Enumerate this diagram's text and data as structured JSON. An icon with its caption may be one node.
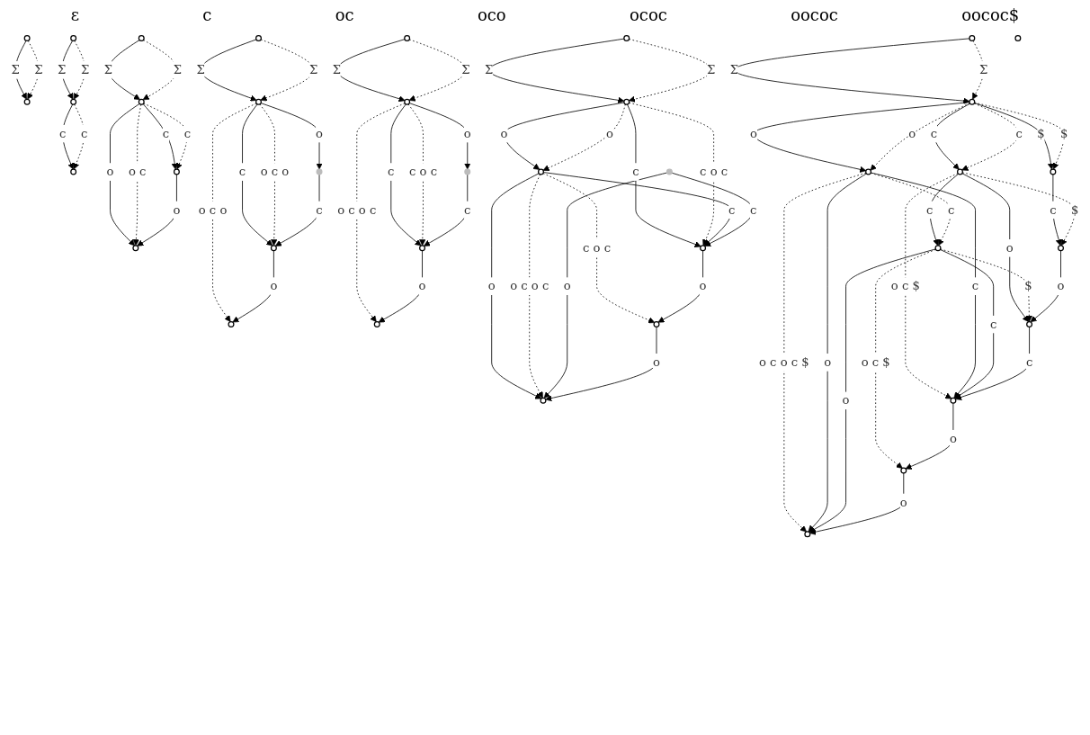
{
  "diagram": {
    "nodes": [
      {
        "text": [],
        "shape": "circle"
      },
      {
        "text": [],
        "shape": "circle"
      },
      {
        "text": [],
        "shape": "circle"
      },
      {
        "text": [],
        "shape": "circle"
      },
      {
        "text": [],
        "shape": "circle"
      },
      {
        "text": [],
        "shape": "circle"
      },
      {
        "text": [],
        "shape": "circle"
      },
      {
        "text": [],
        "shape": "circle"
      },
      {
        "text": [],
        "shape": "circle"
      },
      {
        "text": [],
        "shape": "circle"
      },
      {
        "text": [],
        "shape": "circle"
      },
      {
        "text": [],
        "shape": "star"
      },
      {
        "text": [],
        "shape": "circle"
      },
      {
        "text": [],
        "shape": "circle"
      },
      {
        "text": [],
        "shape": "circle"
      },
      {
        "text": [],
        "shape": "circle"
      },
      {
        "text": [],
        "shape": "star"
      },
      {
        "text": [],
        "shape": "circle"
      },
      {
        "text": [],
        "shape": "circle"
      },
      {
        "text": [],
        "shape": "circle"
      },
      {
        "text": [],
        "shape": "circle"
      },
      {
        "text": [],
        "shape": "circle"
      },
      {
        "text": [],
        "shape": "star"
      },
      {
        "text": [],
        "shape": "circle"
      },
      {
        "text": [],
        "shape": "circle"
      },
      {
        "text": [],
        "shape": "circle"
      },
      {
        "text": [],
        "shape": "circle"
      },
      {
        "text": [],
        "shape": "circle"
      },
      {
        "text": [],
        "shape": "circle"
      },
      {
        "text": [],
        "shape": "circle"
      },
      {
        "text": [],
        "shape": "circle"
      },
      {
        "text": [],
        "shape": "circle"
      },
      {
        "text": [],
        "shape": "circle"
      },
      {
        "text": [],
        "shape": "circle"
      },
      {
        "text": [],
        "shape": "circle"
      },
      {
        "text": [],
        "shape": "circle"
      },
      {
        "text": [],
        "shape": "circle"
      },
      {
        "text": [],
        "shape": "circle"
      }
    ],
    "edges": [
      {
        "from": 0,
        "to": 1,
        "arrow": "to",
        "label": "Σ"
      },
      {
        "from": 0,
        "to": 1,
        "arrow": "to",
        "label": "Σ",
        "style": "dashed"
      },
      {
        "from": 2,
        "to": 3,
        "arrow": "to",
        "label": "Σ"
      },
      {
        "from": 2,
        "to": 3,
        "arrow": "to",
        "label": "Σ",
        "style": "dashed"
      },
      {
        "from": 3,
        "to": 4,
        "arrow": "to",
        "label": "c"
      },
      {
        "from": 3,
        "to": 4,
        "arrow": "to",
        "label": "c",
        "style": "dashed"
      },
      {
        "from": 5,
        "to": 6,
        "arrow": "to",
        "label": "Σ"
      },
      {
        "from": 5,
        "to": 6,
        "arrow": "to",
        "label": "Σ",
        "style": "dashed"
      },
      {
        "from": 6,
        "to": 7,
        "arrow": "to",
        "label": "c"
      },
      {
        "from": 6,
        "to": 7,
        "arrow": "to",
        "label": "c",
        "style": "dashed"
      },
      {
        "from": 6,
        "to": 8,
        "arrow": "to",
        "label": "o"
      },
      {
        "from": 6,
        "to": 8,
        "arrow": "to",
        "label": "o c",
        "style": "dashed"
      },
      {
        "from": 7,
        "to": 8,
        "arrow": "to",
        "label": "o"
      },
      {
        "from": 9,
        "to": 10,
        "arrow": "to",
        "label": "Σ"
      },
      {
        "from": 9,
        "to": 10,
        "arrow": "to",
        "label": "Σ",
        "style": "dashed"
      },
      {
        "from": 10,
        "to": 12,
        "arrow": "to",
        "label": "c"
      },
      {
        "from": 10,
        "to": 12,
        "arrow": "to",
        "label": "o c o",
        "style": "dashed"
      },
      {
        "from": 10,
        "to": 11,
        "arrow": "to",
        "label": "o"
      },
      {
        "from": 10,
        "to": 13,
        "arrow": "to",
        "label": "o c o",
        "style": "dashed"
      },
      {
        "from": 11,
        "to": 12,
        "arrow": "to",
        "label": "c"
      },
      {
        "from": 12,
        "to": 13,
        "arrow": "to",
        "label": "o"
      },
      {
        "from": 14,
        "to": 15,
        "arrow": "to",
        "label": "Σ"
      },
      {
        "from": 14,
        "to": 15,
        "arrow": "to",
        "label": "Σ",
        "style": "dashed"
      },
      {
        "from": 15,
        "to": 17,
        "arrow": "to",
        "label": "c"
      },
      {
        "from": 15,
        "to": 17,
        "arrow": "to",
        "label": "c o c",
        "style": "dashed"
      },
      {
        "from": 15,
        "to": 16,
        "arrow": "to",
        "label": "o"
      },
      {
        "from": 15,
        "to": 18,
        "arrow": "to",
        "label": "o c o c",
        "style": "dashed"
      },
      {
        "from": 16,
        "to": 17,
        "arrow": "to",
        "label": "c"
      },
      {
        "from": 17,
        "to": 18,
        "arrow": "to",
        "label": "o"
      },
      {
        "from": 19,
        "to": 20,
        "arrow": "to",
        "label": "Σ"
      },
      {
        "from": 19,
        "to": 20,
        "arrow": "to",
        "label": "Σ",
        "style": "dashed"
      },
      {
        "from": 20,
        "to": 23,
        "arrow": "to",
        "label": "c"
      },
      {
        "from": 20,
        "to": 23,
        "arrow": "to",
        "label": "c o c",
        "style": "dashed"
      },
      {
        "from": 20,
        "to": 21,
        "arrow": "to",
        "label": "o"
      },
      {
        "from": 20,
        "to": 21,
        "arrow": "to",
        "label": "o",
        "style": "dashed"
      },
      {
        "from": 21,
        "to": 23,
        "arrow": "to",
        "label": "c"
      },
      {
        "from": 21,
        "to": 24,
        "arrow": "to",
        "label": "c o c",
        "style": "dashed"
      },
      {
        "from": 21,
        "to": 25,
        "arrow": "to",
        "label": "o"
      },
      {
        "from": 21,
        "to": 25,
        "arrow": "to",
        "label": "o c o c",
        "style": "dashed"
      },
      {
        "from": 22,
        "to": 23,
        "arrow": "to",
        "label": "c"
      },
      {
        "from": 22,
        "to": 25,
        "arrow": "to",
        "label": "o"
      },
      {
        "from": 23,
        "to": 24,
        "arrow": "to",
        "label": "o"
      },
      {
        "from": 24,
        "to": 25,
        "arrow": "to",
        "label": "o"
      },
      {
        "from": 26,
        "to": 27,
        "arrow": "to",
        "label": "Σ"
      },
      {
        "from": 26,
        "to": 27,
        "arrow": "to",
        "label": "Σ",
        "style": "dashed"
      },
      {
        "from": 27,
        "to": 28,
        "arrow": "to",
        "label": "$"
      },
      {
        "from": 27,
        "to": 28,
        "arrow": "to",
        "label": "$",
        "style": "dashed"
      },
      {
        "from": 27,
        "to": 29,
        "arrow": "to",
        "label": "c"
      },
      {
        "from": 27,
        "to": 29,
        "arrow": "to",
        "label": "c",
        "style": "dashed"
      },
      {
        "from": 27,
        "to": 30,
        "arrow": "to",
        "label": "o"
      },
      {
        "from": 27,
        "to": 30,
        "arrow": "to",
        "label": "o",
        "style": "dashed"
      },
      {
        "from": 28,
        "to": 32,
        "arrow": "to",
        "label": "c"
      },
      {
        "from": 29,
        "to": 32,
        "arrow": "to",
        "label": "$",
        "style": "dashed"
      },
      {
        "from": 29,
        "to": 34,
        "arrow": "to",
        "label": "o"
      },
      {
        "from": 29,
        "to": 33,
        "arrow": "to",
        "label": "o c $",
        "style": "dashed"
      },
      {
        "from": 29,
        "to": 31,
        "arrow": "to",
        "label": "c"
      },
      {
        "from": 30,
        "to": 33,
        "arrow": "to",
        "label": "c"
      },
      {
        "from": 30,
        "to": 31,
        "arrow": "to",
        "label": "c",
        "style": "dashed"
      },
      {
        "from": 30,
        "to": 37,
        "arrow": "to",
        "label": "o c o c $",
        "style": "dashed"
      },
      {
        "from": 30,
        "to": 37,
        "arrow": "to",
        "label": "o"
      },
      {
        "from": 31,
        "to": 33,
        "arrow": "to",
        "label": "c"
      },
      {
        "from": 31,
        "to": 34,
        "arrow": "to",
        "label": "$",
        "style": "dashed"
      },
      {
        "from": 31,
        "to": 36,
        "arrow": "to",
        "label": "o c $",
        "style": "dashed"
      },
      {
        "from": 31,
        "to": 37,
        "arrow": "to",
        "label": "o"
      },
      {
        "from": 32,
        "to": 34,
        "arrow": "to",
        "label": "o"
      },
      {
        "from": 34,
        "to": 33,
        "arrow": "to",
        "label": "c"
      },
      {
        "from": 33,
        "to": 36,
        "arrow": "to",
        "label": "o"
      },
      {
        "from": 36,
        "to": 37,
        "arrow": "to",
        "label": "o"
      }
    ],
    "labels": [
      "ε",
      "c",
      "oc",
      "oco",
      "ococ",
      "oococ",
      "oococ$"
    ]
  }
}
